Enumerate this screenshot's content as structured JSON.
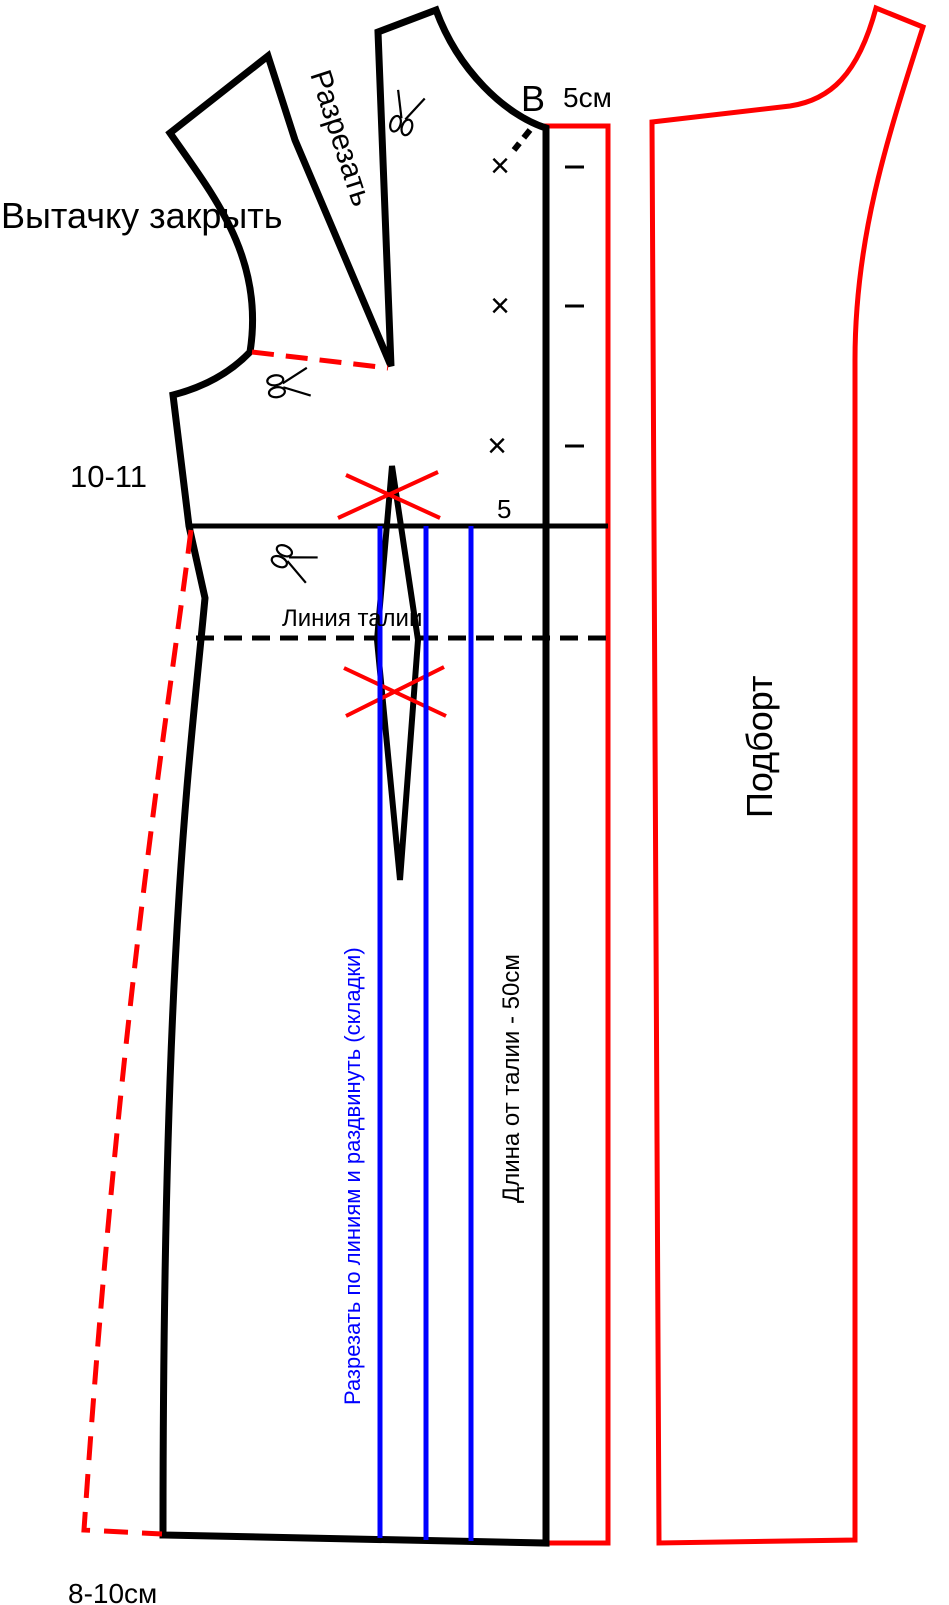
{
  "labels": {
    "close_dart": "Вытачку закрыть",
    "cut_slash": "Разрезать",
    "point_b": "B",
    "five_cm_top": "5см",
    "side_measure": "10-11",
    "five_small": "5",
    "waist_line": "Линия талии",
    "cut_spread": "Разрезать по линиям и раздвинуть (складки)",
    "length_from_waist": "Длина от талии - 50см",
    "facing": "Подборт",
    "hem_measure": "8-10см"
  },
  "marks": {
    "button_cross": "×",
    "buttonhole_dash": "–"
  },
  "colors": {
    "outline": "#000000",
    "addition": "#ff0000",
    "cut_line": "#0000ff"
  },
  "icons": [
    "scissors-icon",
    "scissors-icon",
    "scissors-icon",
    "scissors-icon"
  ]
}
